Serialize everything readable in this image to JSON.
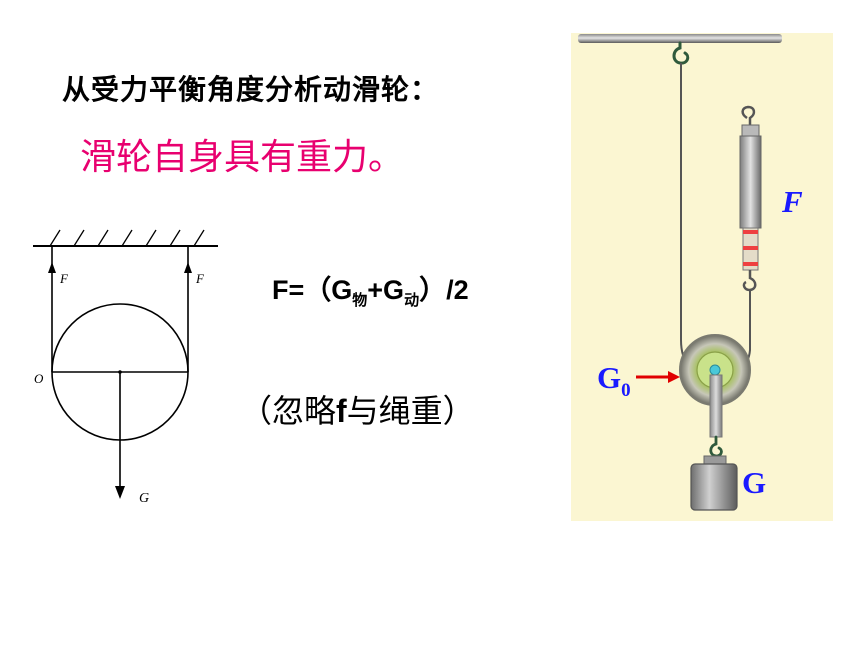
{
  "heading": "从受力平衡角度分析动滑轮：",
  "subheading": "滑轮自身具有重力。",
  "formula": {
    "prefix": "F=（G",
    "sub1": "物",
    "plus": "+G",
    "sub2": "动",
    "suffix": "）/2"
  },
  "note": {
    "open": "（忽略",
    "f": "f",
    "close": "与绳重）"
  },
  "diagram": {
    "label_f_left": "F",
    "label_f_right": "F",
    "label_o": "O",
    "label_g": "G"
  },
  "apparatus": {
    "label_force": "F",
    "label_g0_main": "G",
    "label_g0_sub": "0",
    "label_weight": "G"
  },
  "colors": {
    "subheading": "#e8006f",
    "panel_bg": "#fbf6d2",
    "label_blue": "#1a1aff",
    "arrow_red": "#e00000"
  }
}
